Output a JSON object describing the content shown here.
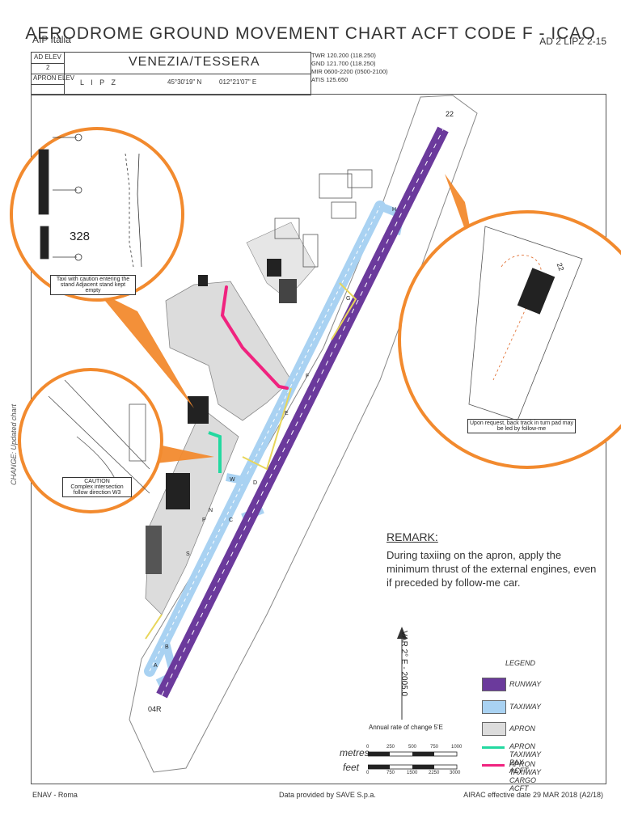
{
  "header": {
    "title": "AERODROME GROUND MOVEMENT CHART ACFT CODE F - ICAO",
    "left": "AIP Italia",
    "right": "AD 2 LIPZ 2-15"
  },
  "info": {
    "ad_elev_label": "AD ELEV",
    "ad_elev_value": "2",
    "apron_elev_label": "APRON ELEV",
    "airport_name": "VENEZIA/TESSERA",
    "icao": "L I P Z",
    "lat": "45°30'19\" N",
    "lon": "012°21'07\" E",
    "freq_lines": [
      "TWR 120.200 (118.250)",
      "GND 121.700 (118.250)",
      "MIR 0600-2200 (0500-2100)",
      "ATIS 125.650"
    ]
  },
  "callouts": {
    "stand_number": "328",
    "stand_note": "Taxi with caution entering the stand Adjacent stand kept empty",
    "caution_title": "CAUTION",
    "caution_text": "Complex intersection follow direction W3",
    "turnpad_note": "Upon request, back track in turn pad may be led by follow-me",
    "detail_runway": "22"
  },
  "runway": {
    "end_ne": "22",
    "end_sw": "04R"
  },
  "taxiway_labels": [
    "H",
    "G",
    "F",
    "E",
    "D",
    "C",
    "W",
    "N",
    "P",
    "S",
    "B",
    "A"
  ],
  "remark": {
    "title": "REMARK:",
    "text": "During taxiing on the apron, apply the minimum thrust of the external engines, even if preceded by follow-me car."
  },
  "variation": {
    "text": "VAR 2° E - 2005.0",
    "annual": "Annual rate of change 5'E"
  },
  "legend": {
    "title": "LEGEND",
    "items": [
      {
        "label": "RUNWAY",
        "color": "#6b3a9c"
      },
      {
        "label": "TAXIWAY",
        "color": "#a9d2f2"
      },
      {
        "label": "APRON",
        "color": "#dcdcdc"
      },
      {
        "label": "APRON TAXIWAY PAX ACFT",
        "color": "#23d9a0"
      },
      {
        "label": "APRON TAXIWAY CARGO ACFT",
        "color": "#f0237f"
      }
    ]
  },
  "scale": {
    "metres_label": "metres",
    "feet_label": "feet",
    "metres_ticks": [
      "0",
      "250",
      "500",
      "750",
      "1000"
    ],
    "feet_ticks": [
      "0",
      "750",
      "1500",
      "2250",
      "3000"
    ]
  },
  "footer": {
    "left": "ENAV - Roma",
    "center": "Data provided by SAVE S.p.a.",
    "right": "AIRAC effective date 29 MAR 2018 (A2/18)"
  },
  "side_note": "CHANGE: Updated chart",
  "colors": {
    "runway": "#6b3a9c",
    "taxiway": "#a9d2f2",
    "apron": "#dcdcdc",
    "pax": "#23d9a0",
    "cargo": "#f0237f",
    "callout": "#f28a2e"
  }
}
